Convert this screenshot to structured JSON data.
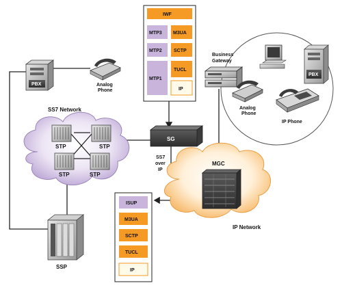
{
  "labels": {
    "pbx_left": "PBX",
    "analog_phone_left": [
      "Analog",
      "Phone"
    ],
    "ss7_network": "SS7 Network",
    "stp": "STP",
    "sg": "SG",
    "ss7_over_ip": [
      "SS7",
      "over",
      "IP"
    ],
    "ssp": "SSP",
    "mgc": "MGC",
    "ip_network": "IP Network",
    "business_gateway": [
      "Business",
      "Gateway"
    ],
    "pbx_right": "PBX",
    "analog_phone_right": [
      "Analog",
      "Phone"
    ],
    "ip_phone": "IP Phone"
  },
  "sg_stack": {
    "top": "IWF",
    "left": [
      "MTP3",
      "MTP2",
      "MTP1"
    ],
    "right": [
      "M3UA",
      "SCTP",
      "TUCL",
      "IP"
    ]
  },
  "mgc_stack": [
    "ISUP",
    "M3UA",
    "SCTP",
    "TUCL",
    "IP"
  ],
  "colors": {
    "orange": "#f59a25",
    "lavender": "#c9b5dc",
    "ip_cream": "#fffbea",
    "ss7_cloud": "#d9cbe8",
    "ip_cloud": "#ffd9a3",
    "device_gray": "#b9b9b9"
  }
}
